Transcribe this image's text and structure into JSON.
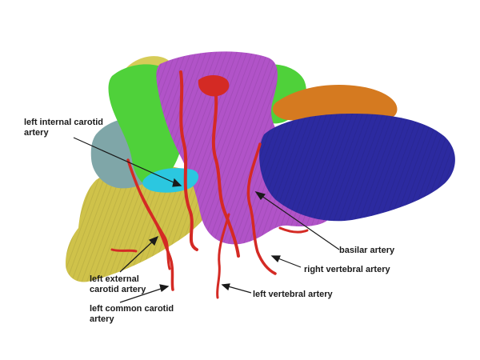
{
  "labels": {
    "left_internal_carotid": "left internal carotid\nartery",
    "left_external_carotid": "left external\ncarotid artery",
    "left_common_carotid": "left common carotid\nartery",
    "basilar": "basilar artery",
    "right_vertebral": "right vertebral artery",
    "left_vertebral": "left vertebral artery"
  },
  "colors": {
    "spinal_yellow": "#cfc24a",
    "brainstem_teal": "#7fa6a8",
    "cerebellum_green": "#4fd13a",
    "cerebrum_magenta": "#b153c8",
    "occipital_blue": "#2c2aa0",
    "orange_structure": "#d57a20",
    "ventricle_cyan": "#2bc7e0",
    "artery_red": "#d42a24"
  }
}
